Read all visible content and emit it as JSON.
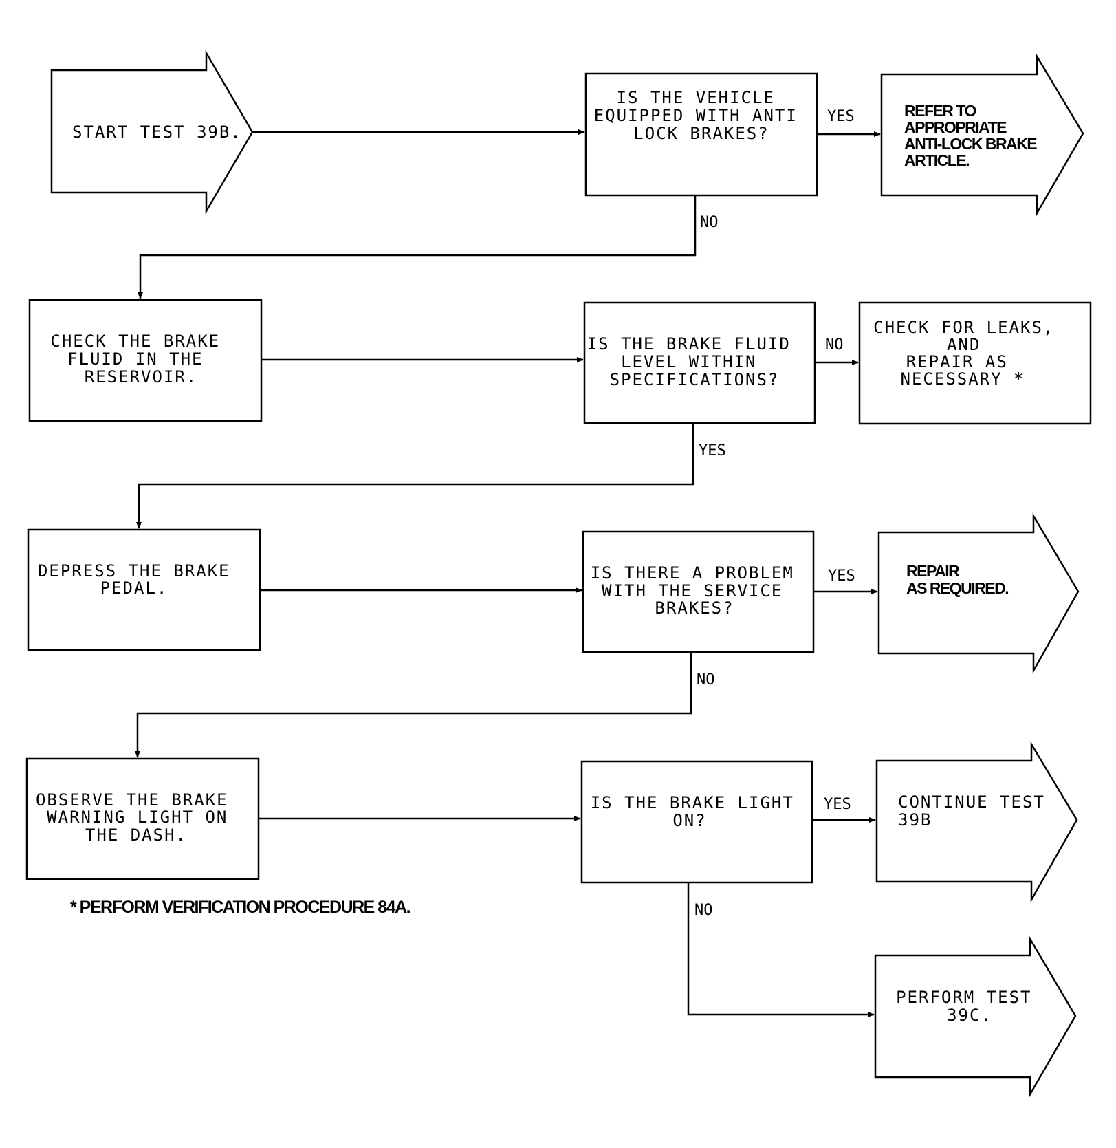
{
  "nodes": {
    "start": {
      "lines": [
        "START TEST 39B."
      ]
    },
    "q_abs": {
      "lines": [
        "IS THE VEHICLE",
        "EQUIPPED WITH ANTI",
        "LOCK BRAKES?"
      ]
    },
    "abs_refer": {
      "lines": [
        "REFER TO",
        "APPROPRIATE",
        "ANTI-LOCK BRAKE",
        "ARTICLE."
      ]
    },
    "check_fluid": {
      "lines": [
        "CHECK THE BRAKE",
        "FLUID IN THE",
        "RESERVOIR."
      ]
    },
    "q_fluid": {
      "lines": [
        "IS THE BRAKE FLUID",
        "LEVEL WITHIN",
        "SPECIFICATIONS?"
      ]
    },
    "leaks": {
      "lines": [
        "CHECK FOR LEAKS,",
        "AND",
        "REPAIR AS",
        "NECESSARY *"
      ]
    },
    "depress": {
      "lines": [
        "DEPRESS THE BRAKE",
        "PEDAL."
      ]
    },
    "q_service": {
      "lines": [
        "IS THERE A PROBLEM",
        "WITH THE SERVICE",
        "BRAKES?"
      ]
    },
    "repair": {
      "lines": [
        "REPAIR",
        "AS REQUIRED."
      ]
    },
    "observe": {
      "lines": [
        "OBSERVE THE BRAKE",
        "WARNING LIGHT ON",
        "THE DASH."
      ]
    },
    "q_light": {
      "lines": [
        "IS THE BRAKE LIGHT",
        "ON?"
      ]
    },
    "continue": {
      "lines": [
        "CONTINUE TEST",
        "39B"
      ]
    },
    "perform": {
      "lines": [
        "PERFORM TEST",
        "39C."
      ]
    }
  },
  "labels": {
    "abs_yes": "YES",
    "abs_no": "NO",
    "fluid_no": "NO",
    "fluid_yes": "YES",
    "service_yes": "YES",
    "service_no": "NO",
    "light_yes": "YES",
    "light_no": "NO"
  },
  "footnote": "* PERFORM VERIFICATION PROCEDURE 84A."
}
